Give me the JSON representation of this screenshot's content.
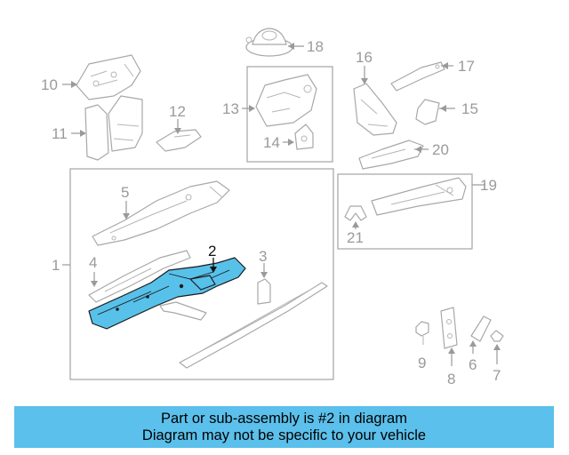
{
  "diagram": {
    "callouts": {
      "c1": "1",
      "c2": "2",
      "c3": "3",
      "c4": "4",
      "c5": "5",
      "c6": "6",
      "c7": "7",
      "c8": "8",
      "c9": "9",
      "c10": "10",
      "c11": "11",
      "c12": "12",
      "c13": "13",
      "c14": "14",
      "c15": "15",
      "c16": "16",
      "c17": "17",
      "c18": "18",
      "c19": "19",
      "c20": "20",
      "c21": "21"
    },
    "highlighted_part": "2",
    "colors": {
      "highlight": "#57c1ea",
      "line": "#a8a8a8",
      "banner": "#5bc0eb"
    }
  },
  "banner": {
    "line1": "Part or sub-assembly is #2 in diagram",
    "line2": "Diagram may not be specific to your vehicle"
  }
}
